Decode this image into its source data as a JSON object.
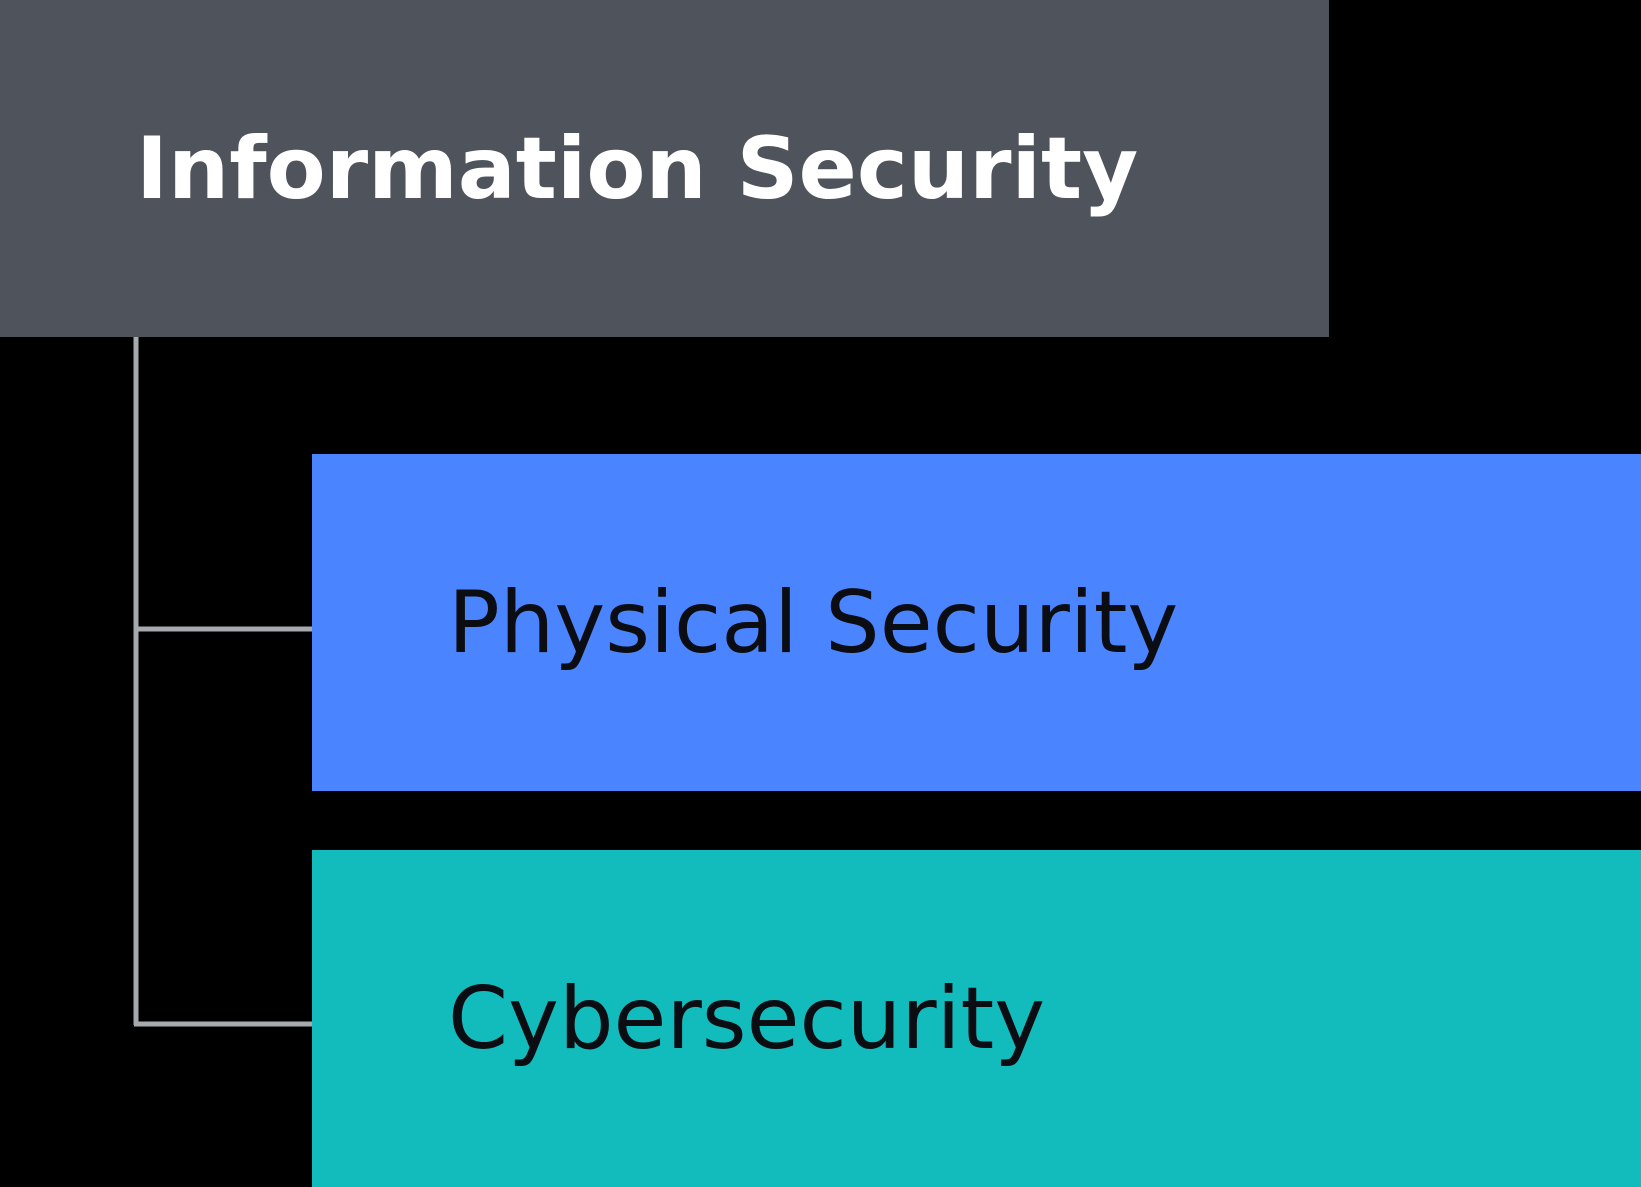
{
  "diagram": {
    "parent": {
      "label": "Information Security",
      "color": "#4f545c",
      "text_color": "#ffffff"
    },
    "children": [
      {
        "label": "Physical Security",
        "color": "#4a85ff",
        "text_color": "#0b0d12"
      },
      {
        "label": "Cybersecurity",
        "color": "#13bcbc",
        "text_color": "#0b0d12"
      }
    ],
    "connector_color": "#a6a9ad",
    "background": "#000000"
  }
}
